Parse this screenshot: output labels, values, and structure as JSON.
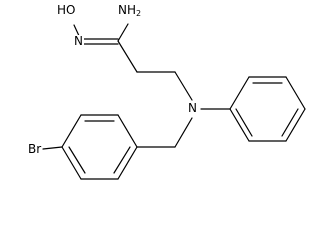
{
  "molecule": {
    "atoms": {
      "hydroxy_group": "HO",
      "oxime_nitrogen": "N",
      "amine_group": "NH",
      "amine_subscript": "2",
      "tertiary_nitrogen": "N",
      "bromine": "Br"
    },
    "colors": {
      "bond": "#000000",
      "text": "#000000",
      "background": "#ffffff"
    }
  }
}
